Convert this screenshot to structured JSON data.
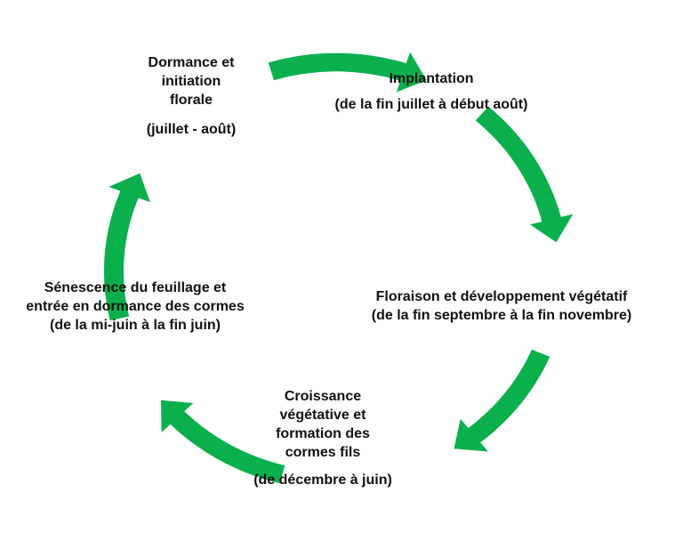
{
  "colors": {
    "arrow": "#09B04C",
    "text": "#111111",
    "background": "#ffffff"
  },
  "stages": {
    "dormance": {
      "lines": [
        "Dormance et",
        "initiation",
        "florale"
      ],
      "period": "(juillet - août)"
    },
    "implantation": {
      "title": "Implantation",
      "period": "(de la fin juillet à début août)"
    },
    "floraison": {
      "title": "Floraison  et développement végétatif",
      "period": "(de la fin septembre à la fin novembre)"
    },
    "croissance": {
      "lines": [
        "Croissance",
        "végétative et",
        "formation des",
        "cormes fils"
      ],
      "period": "(de décembre à juin)"
    },
    "senescence": {
      "lines": [
        "Sénescence du feuillage et",
        "entrée en dormance des cormes",
        "(de la mi-juin à la fin juin)"
      ]
    }
  }
}
